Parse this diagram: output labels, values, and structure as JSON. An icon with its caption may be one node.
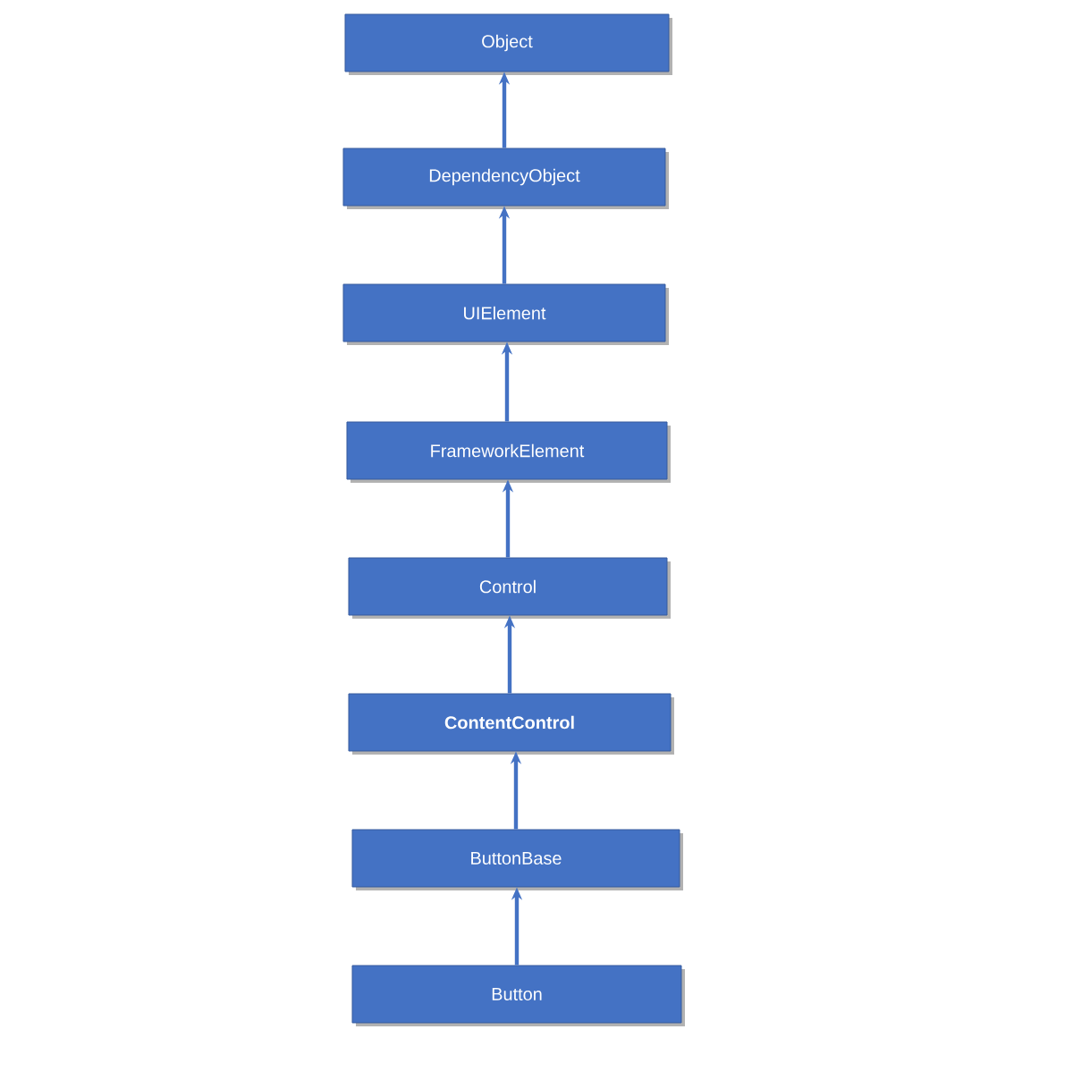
{
  "diagram": {
    "nodes": [
      {
        "text": [
          "Object"
        ]
      },
      {
        "text": [
          "DependencyObject"
        ]
      },
      {
        "text": [
          "UIElement"
        ]
      },
      {
        "text": [
          "FrameworkElement"
        ]
      },
      {
        "text": [
          "Control"
        ]
      },
      {
        "text": [
          "ContentControl"
        ]
      },
      {
        "text": [
          "ButtonBase"
        ]
      },
      {
        "text": [
          "Button"
        ]
      }
    ],
    "edges": [
      {
        "from": 1,
        "to": 0,
        "arrow": "to"
      },
      {
        "from": 2,
        "to": 1,
        "arrow": "to"
      },
      {
        "from": 3,
        "to": 2,
        "arrow": "to"
      },
      {
        "from": 4,
        "to": 3,
        "arrow": "to"
      },
      {
        "from": 5,
        "to": 4,
        "arrow": "to"
      },
      {
        "from": 6,
        "to": 5,
        "arrow": "to"
      },
      {
        "from": 7,
        "to": 6,
        "arrow": "to"
      }
    ]
  }
}
